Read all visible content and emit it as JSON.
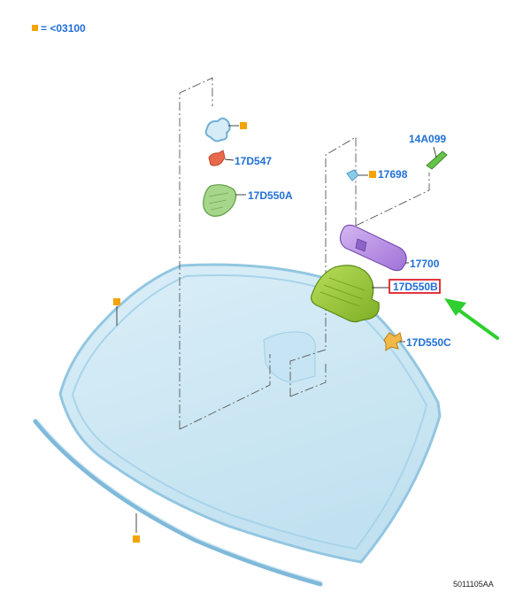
{
  "legend": {
    "symbol": "orange-square",
    "text": "= <03100"
  },
  "callouts": {
    "part_17d547": "17D547",
    "part_17d550a": "17D550A",
    "part_14a099": "14A099",
    "part_17698": "17698",
    "part_17700": "17700",
    "part_17d550b": "17D550B",
    "part_17d550c": "17D550C"
  },
  "reference_code": "5011105AA",
  "colors": {
    "callout_text": "#1f6fd6",
    "marker": "#f5a300",
    "highlight_box": "#e0202a",
    "arrow": "#2ecf2e",
    "glass_fill": "#cfe8f4",
    "glass_edge": "#8dc3e0",
    "mirror": "#b48ae6",
    "bracket_green": "#9ccc3d",
    "sensor_cover": "#a6d68a"
  }
}
